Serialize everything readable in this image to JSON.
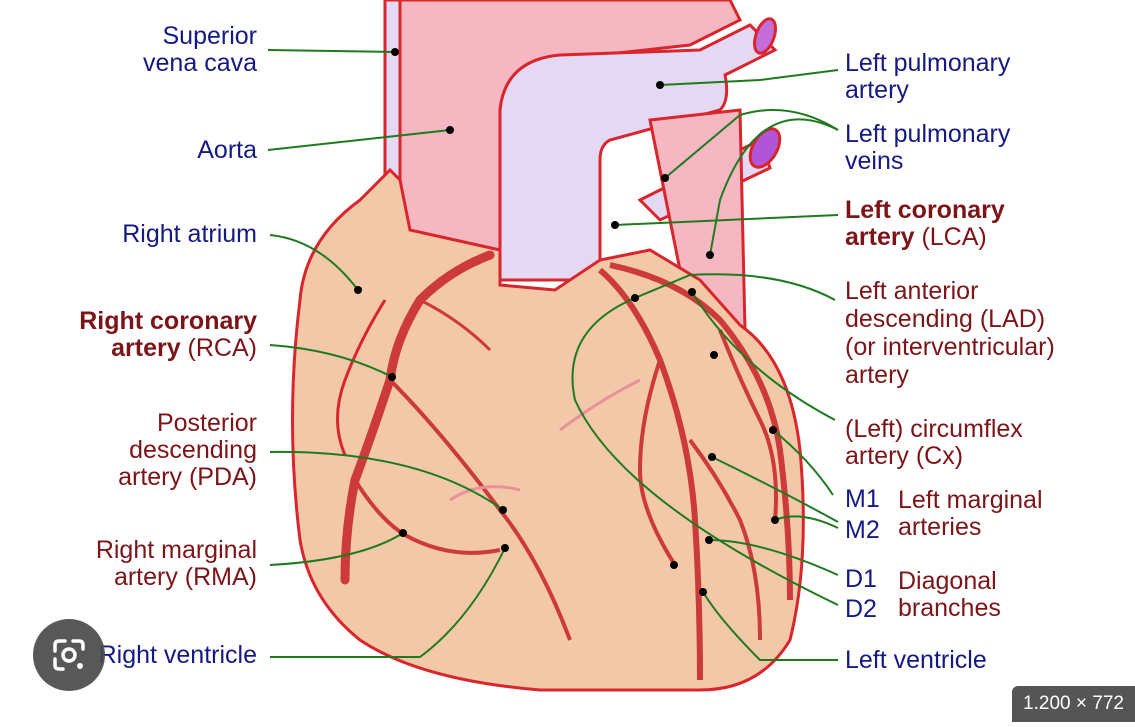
{
  "labels": {
    "superior_vena_cava": [
      "Superior",
      "vena cava"
    ],
    "aorta": "Aorta",
    "right_atrium": "Right atrium",
    "rca": {
      "bold": [
        "Right coronary",
        "artery"
      ],
      "suffix": " (RCA)"
    },
    "pda": [
      "Posterior",
      "descending",
      "artery (PDA)"
    ],
    "rma": [
      "Right marginal",
      "artery (RMA)"
    ],
    "right_ventricle": "Right ventricle",
    "left_pulmonary_artery": [
      "Left pulmonary",
      "artery"
    ],
    "left_pulmonary_veins": [
      "Left pulmonary",
      "veins"
    ],
    "lca": {
      "bold": [
        "Left coronary",
        "artery"
      ],
      "suffix": " (LCA)"
    },
    "lad": [
      "Left anterior",
      "descending (LAD)",
      "(or interventricular)",
      "artery"
    ],
    "circumflex": [
      "(Left) circumflex",
      "artery (Cx)"
    ],
    "m1": "M1",
    "m2": "M2",
    "left_marginal_arteries": [
      "Left marginal",
      "arteries"
    ],
    "d1": "D1",
    "d2": "D2",
    "diagonal_branches": [
      "Diagonal",
      "branches"
    ],
    "left_ventricle": "Left ventricle"
  },
  "overlay": {
    "image_size_badge": "1.200 × 772",
    "lens_icon": "google-lens-icon"
  },
  "colors": {
    "label_blue": "#141a82",
    "label_red": "#7c1418",
    "leader_green": "#1f7a1f",
    "heart_fill": "#f2c8a8",
    "heart_outline": "#d8262c",
    "artery_red": "#cc3a3a",
    "aorta_pink": "#f5b7c2",
    "vessel_lavender": "#e4d8f2"
  }
}
